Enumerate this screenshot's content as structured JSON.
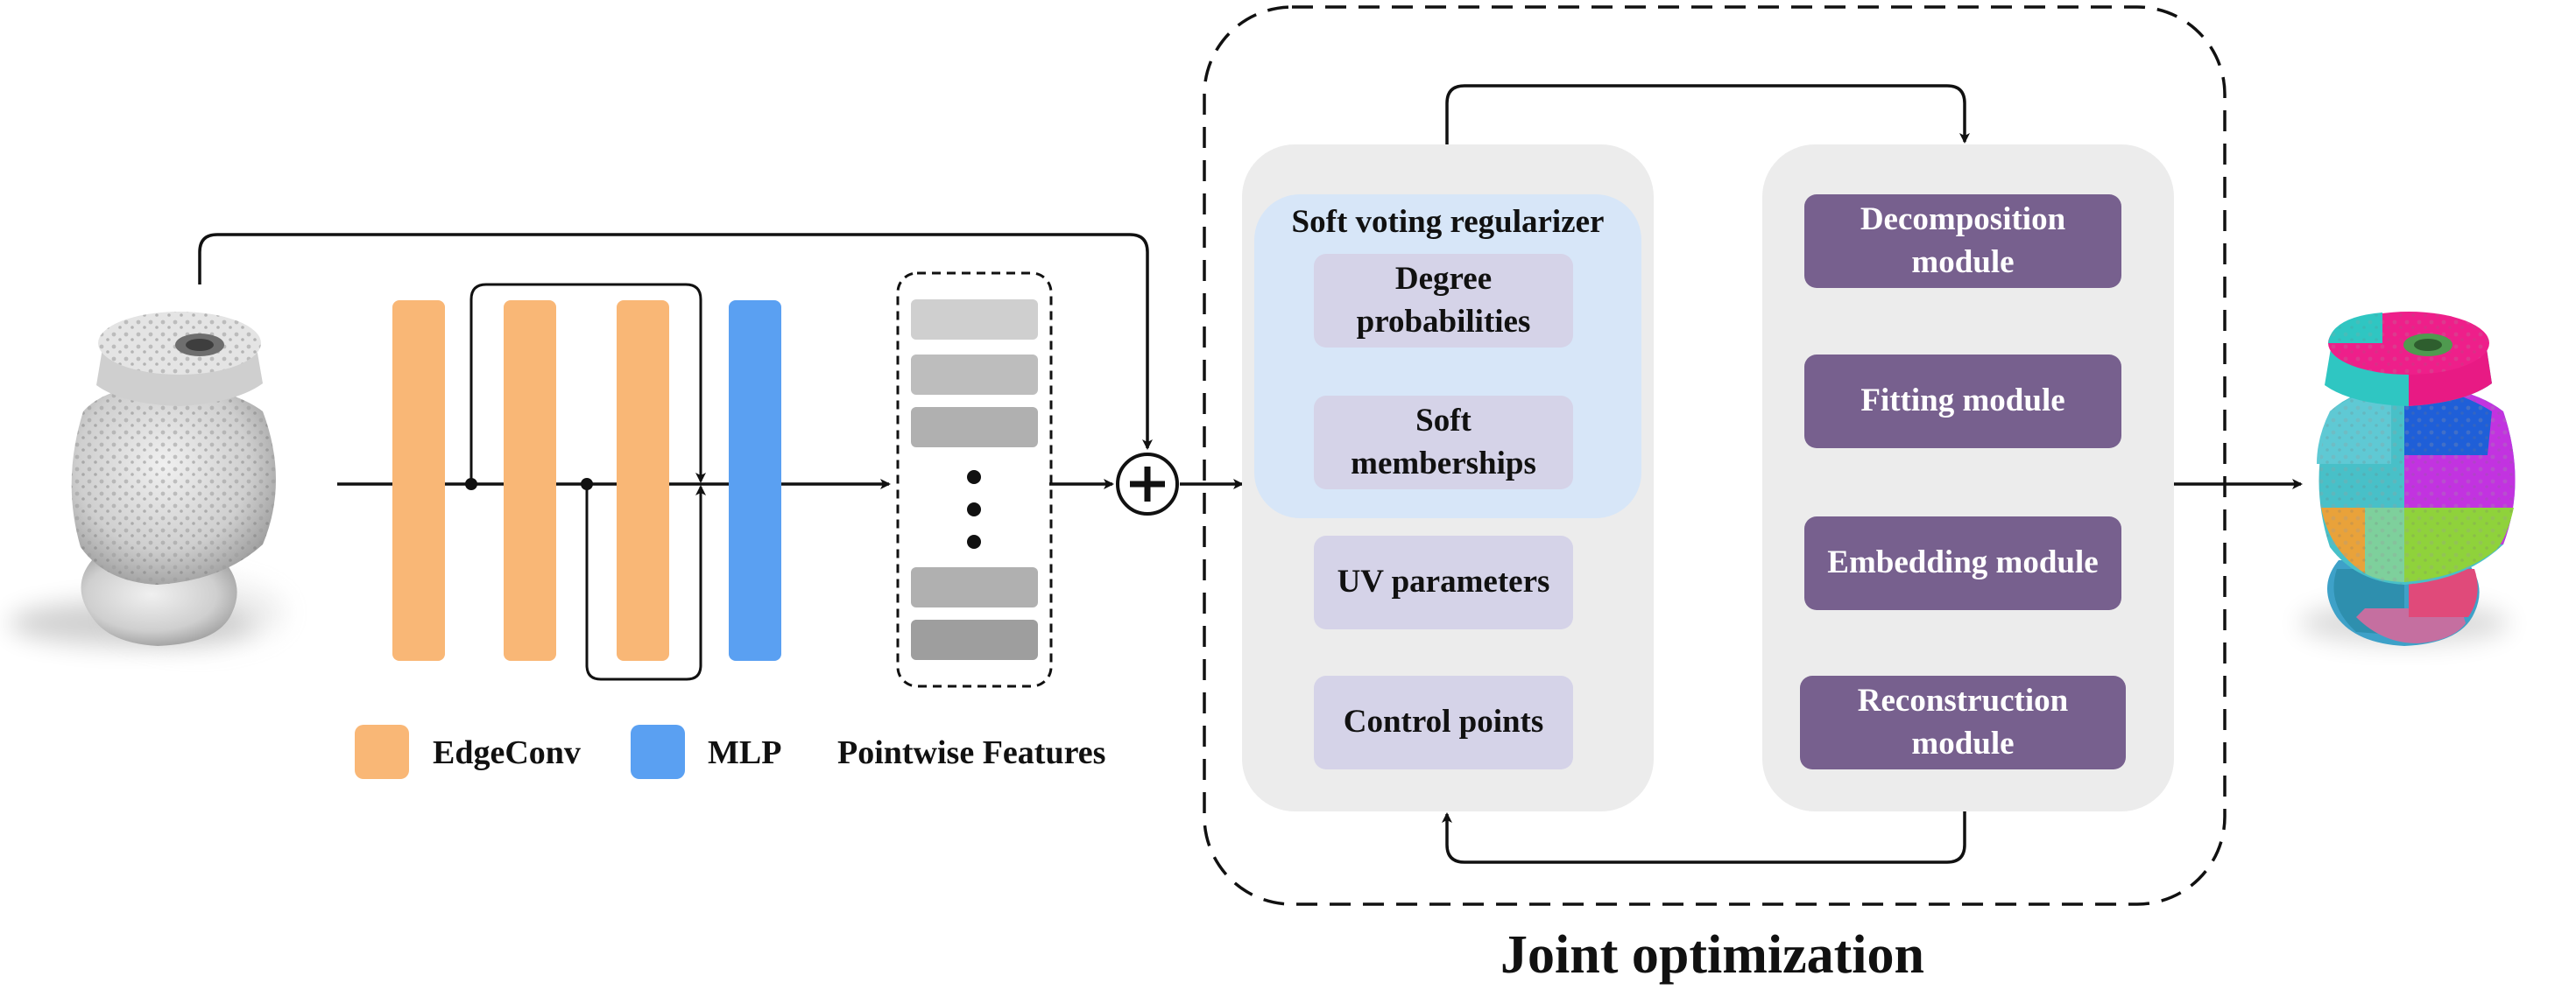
{
  "legend": {
    "edgeconv": "EdgeConv",
    "mlp": "MLP",
    "pointwise": "Pointwise Features"
  },
  "optimization": {
    "title": "Joint optimization",
    "regularizer_title": "Soft voting regularizer",
    "left_items": [
      "Degree probabilities",
      "Soft memberships",
      "UV parameters",
      "Control points"
    ],
    "right_modules": [
      "Decomposition module",
      "Fitting module",
      "Embedding module",
      "Reconstruction module"
    ]
  },
  "colors": {
    "edgeconv": "#f9b776",
    "mlp": "#5aa0f2",
    "panel": "#ececec",
    "regularizer": "#d7e6f8",
    "param_box": "#d5d3e8",
    "module_box": "#77608e",
    "feature_bar": "#b8b8b8"
  },
  "icons": {
    "input_shape": "gray-point-cloud-vase",
    "output_shape": "segmented-colored-vase",
    "sum": "circled-plus-icon"
  }
}
